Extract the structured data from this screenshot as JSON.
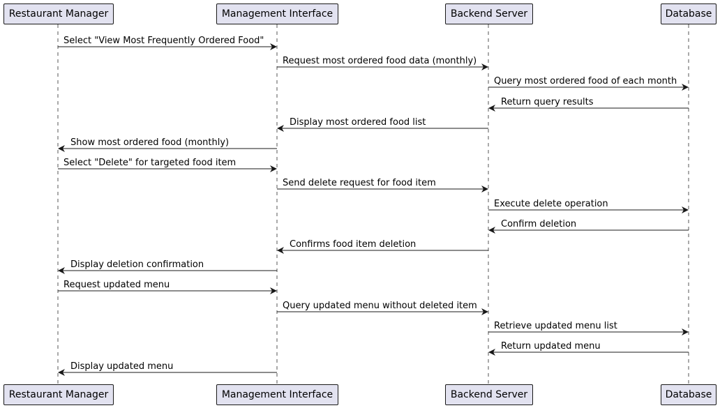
{
  "participants": [
    {
      "id": "manager",
      "label": "Restaurant Manager"
    },
    {
      "id": "ui",
      "label": "Management Interface"
    },
    {
      "id": "backend",
      "label": "Backend Server"
    },
    {
      "id": "db",
      "label": "Database"
    }
  ],
  "messages": [
    {
      "from": "manager",
      "to": "ui",
      "label": "Select \"View Most Frequently Ordered Food\""
    },
    {
      "from": "ui",
      "to": "backend",
      "label": "Request most ordered food data (monthly)"
    },
    {
      "from": "backend",
      "to": "db",
      "label": "Query most ordered food of each month"
    },
    {
      "from": "db",
      "to": "backend",
      "label": "Return query results"
    },
    {
      "from": "backend",
      "to": "ui",
      "label": "Display most ordered food list"
    },
    {
      "from": "ui",
      "to": "manager",
      "label": "Show most ordered food (monthly)"
    },
    {
      "from": "manager",
      "to": "ui",
      "label": "Select \"Delete\" for targeted food item"
    },
    {
      "from": "ui",
      "to": "backend",
      "label": "Send delete request for food item"
    },
    {
      "from": "backend",
      "to": "db",
      "label": "Execute delete operation"
    },
    {
      "from": "db",
      "to": "backend",
      "label": "Confirm deletion"
    },
    {
      "from": "backend",
      "to": "ui",
      "label": "Confirms food item deletion"
    },
    {
      "from": "ui",
      "to": "manager",
      "label": "Display deletion confirmation"
    },
    {
      "from": "manager",
      "to": "ui",
      "label": "Request updated menu"
    },
    {
      "from": "ui",
      "to": "backend",
      "label": "Query updated menu without deleted item"
    },
    {
      "from": "backend",
      "to": "db",
      "label": "Retrieve updated menu list"
    },
    {
      "from": "db",
      "to": "backend",
      "label": "Return updated menu"
    },
    {
      "from": "ui",
      "to": "manager",
      "label": "Display updated menu"
    }
  ],
  "colors": {
    "participant_fill": "#e2e2f0",
    "participant_border": "#181818",
    "lifeline": "#555555",
    "arrow": "#181818"
  }
}
